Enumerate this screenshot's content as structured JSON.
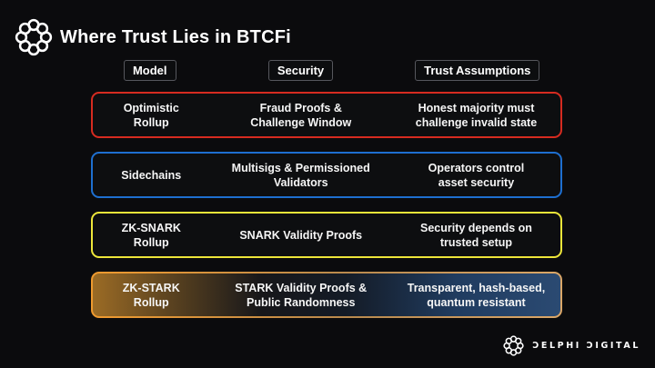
{
  "slide": {
    "title": "Where Trust Lies in BTCFi"
  },
  "columns": {
    "model": "Model",
    "security": "Security",
    "trust": "Trust Assumptions"
  },
  "table": {
    "rows": [
      {
        "model": "Optimistic\nRollup",
        "security": "Fraud Proofs &\nChallenge Window",
        "trust": "Honest majority must\nchallenge invalid state",
        "accent": "#d62b20"
      },
      {
        "model": "Sidechains",
        "security": "Multisigs & Permissioned\nValidators",
        "trust": "Operators control\nasset security",
        "accent": "#1e6fd0"
      },
      {
        "model": "ZK-SNARK\nRollup",
        "security": "SNARK Validity Proofs",
        "trust": "Security depends on\ntrusted setup",
        "accent": "#ede539"
      },
      {
        "model": "ZK-STARK\nRollup",
        "security": "STARK Validity Proofs &\nPublic Randomness",
        "trust": "Transparent, hash-based,\nquantum resistant",
        "accent": "#ef9a2e",
        "gradient_left": "#9b6b25",
        "gradient_right": "#2b4a72"
      }
    ]
  },
  "footer": {
    "brand": "ƆELPHI ƆIGITAL"
  }
}
